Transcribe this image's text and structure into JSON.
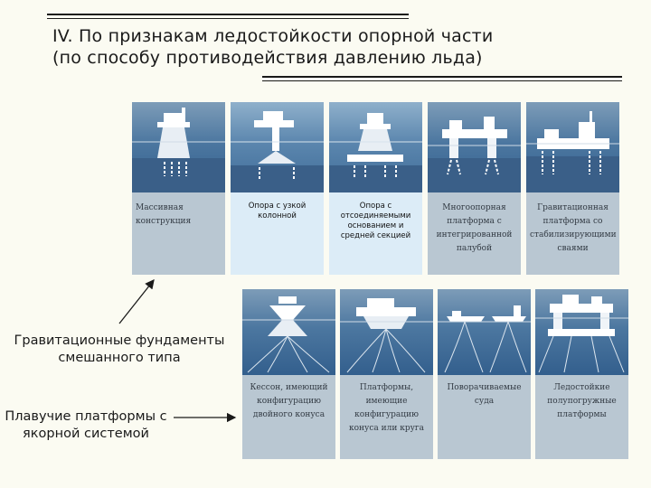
{
  "title": {
    "line1": "IV. По признакам ледостойкости опорной части",
    "line2": "(по способу противодействия давлению льда)"
  },
  "row1": [
    {
      "id": "massive",
      "caption": "Массивная конструкция"
    },
    {
      "id": "narrow-column",
      "caption": "Опора с узкой колонной"
    },
    {
      "id": "detachable",
      "caption": "Опора с отсоединяемыми основанием и средней секцией"
    },
    {
      "id": "multi-support",
      "caption": "Многоопорная платформа с интегрированной палубой"
    },
    {
      "id": "gravity-piles",
      "caption": "Гравитационная платформа со стабилизирующими сваями"
    }
  ],
  "row2": [
    {
      "id": "caisson",
      "caption": "Кессон, имеющий конфигурацию двойного конуса"
    },
    {
      "id": "cone-platform",
      "caption": "Платформы, имеющие конфигурацию конуса или круга"
    },
    {
      "id": "rotating-ships",
      "caption": "Поворачиваемые суда"
    },
    {
      "id": "semi-sub",
      "caption": "Ледостойкие полупогружные платформы"
    }
  ],
  "labels": {
    "gravity": "Гравитационные фундаменты смешанного типа",
    "floating": "Плавучие платформы с якорной системой"
  },
  "colors": {
    "background": "#fbfbf2",
    "panel": "#b9c7d2",
    "panel_highlight": "#dcecf7",
    "water": "#335f8d",
    "structure": "#ffffff"
  }
}
